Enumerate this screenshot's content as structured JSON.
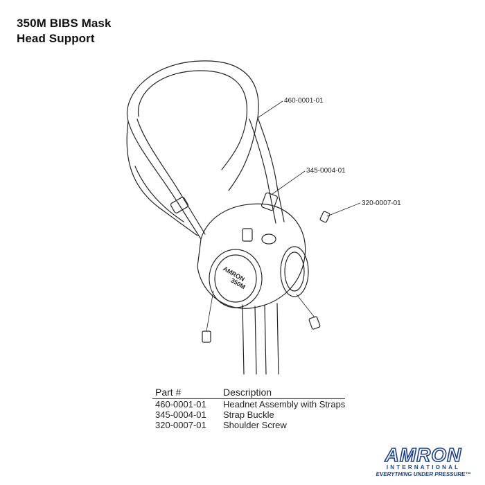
{
  "title": {
    "line1": "350M BIBS Mask",
    "line2": "Head Support"
  },
  "callouts": [
    {
      "label": "460-0001-01"
    },
    {
      "label": "345-0004-01"
    },
    {
      "label": "320-0007-01"
    }
  ],
  "mask_markings": {
    "brand": "AMRON",
    "model": "350M"
  },
  "parts_table": {
    "headers": [
      "Part #",
      "Description"
    ],
    "rows": [
      {
        "part": "460-0001-01",
        "desc": "Headnet Assembly with Straps"
      },
      {
        "part": "345-0004-01",
        "desc": "Strap Buckle"
      },
      {
        "part": "320-0007-01",
        "desc": "Shoulder Screw"
      }
    ]
  },
  "logo": {
    "brand": "AMRON",
    "sub": "INTERNATIONAL",
    "tagline": "EVERYTHING UNDER PRESSURE™",
    "color": "#1a3f8a"
  }
}
